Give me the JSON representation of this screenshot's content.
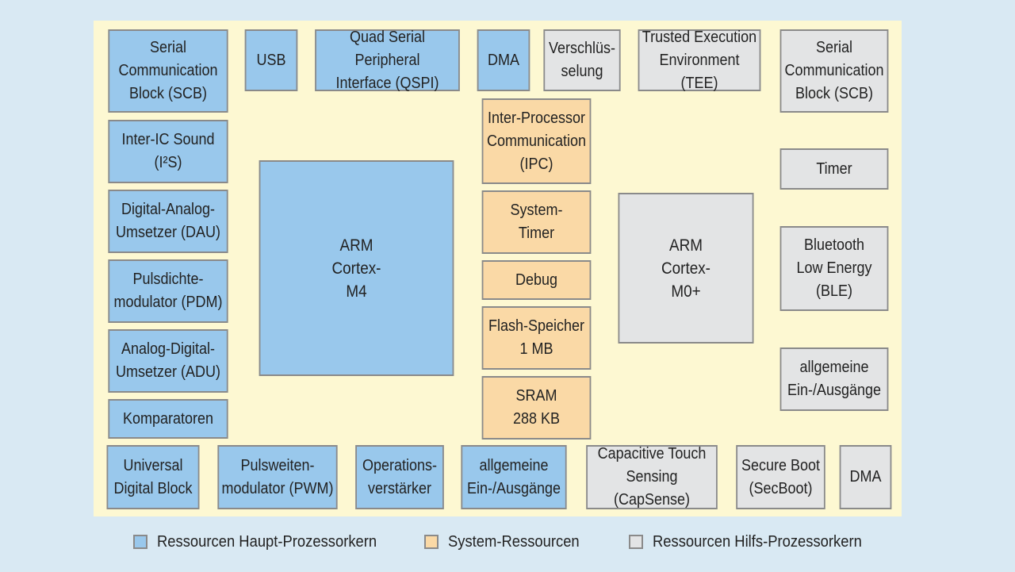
{
  "colors": {
    "main": "#99c8ec",
    "system": "#fad9a6",
    "auxiliary": "#e3e4e5",
    "panel": "#fdf8d2",
    "background": "#d9e9f3"
  },
  "blocks": {
    "scb_left": "Serial\nCommunication\nBlock (SCB)",
    "usb": "USB",
    "qspi": "Quad Serial Peripheral\nInterface (QSPI)",
    "dma_top": "DMA",
    "encryption": "Verschlüs-\nselung",
    "tee": "Trusted Execution\nEnvironment (TEE)",
    "scb_right": "Serial\nCommunication\nBlock (SCB)",
    "i2s": "Inter-IC Sound\n(I²S)",
    "dau": "Digital-Analog-\nUmsetzer (DAU)",
    "pdm": "Pulsdichte-\nmodulator (PDM)",
    "adu": "Analog-Digital-\nUmsetzer (ADU)",
    "comparators": "Komparatoren",
    "arm_m4": "ARM\nCortex-\nM4",
    "ipc": "Inter-Processor\nCommunication\n(IPC)",
    "system_timer": "System-\nTimer",
    "debug": "Debug",
    "flash": "Flash-Speicher\n1 MB",
    "sram": "SRAM\n288 KB",
    "arm_m0": "ARM\nCortex-\nM0+",
    "timer": "Timer",
    "ble": "Bluetooth\nLow Energy\n(BLE)",
    "gpio_right": "allgemeine\nEin-/Ausgänge",
    "udb": "Universal\nDigital Block",
    "pwm": "Pulsweiten-\nmodulator (PWM)",
    "opamp": "Operations-\nverstärker",
    "gpio_bottom": "allgemeine\nEin-/Ausgänge",
    "capsense": "Capacitive Touch\nSensing (CapSense)",
    "secboot": "Secure Boot\n(SecBoot)",
    "dma_bottom": "DMA"
  },
  "legend": {
    "main": "Ressourcen Haupt-Prozessorkern",
    "system": "System-Ressourcen",
    "auxiliary": "Ressourcen Hilfs-Prozessorkern"
  }
}
